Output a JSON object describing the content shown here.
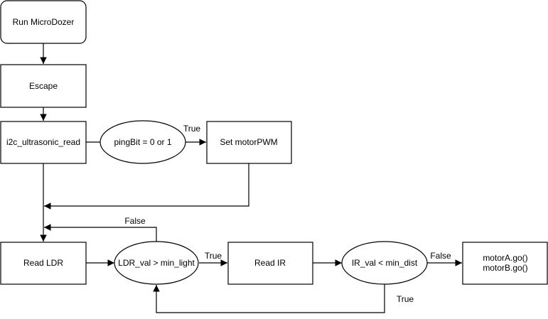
{
  "diagram": {
    "type": "flowchart",
    "nodes": {
      "run": {
        "shape": "rounded-rect",
        "lines": [
          "Run MicroDozer"
        ]
      },
      "escape": {
        "shape": "rect",
        "lines": [
          "Escape"
        ]
      },
      "i2c": {
        "shape": "rect",
        "lines": [
          "i2c_ultrasonic_read"
        ]
      },
      "ping": {
        "shape": "ellipse",
        "lines": [
          "pingBit = 0 or 1"
        ]
      },
      "setpwm": {
        "shape": "rect",
        "lines": [
          "Set motorPWM"
        ]
      },
      "readldr": {
        "shape": "rect",
        "lines": [
          "Read LDR"
        ]
      },
      "ldrcmp": {
        "shape": "ellipse",
        "lines": [
          "LDR_val > min_light"
        ]
      },
      "readir": {
        "shape": "rect",
        "lines": [
          "Read IR"
        ]
      },
      "ircmp": {
        "shape": "ellipse",
        "lines": [
          "IR_val < min_dist"
        ]
      },
      "motors": {
        "shape": "rect",
        "lines": [
          "motorA.go()",
          "motorB.go()"
        ]
      }
    },
    "edges": {
      "run_escape": {
        "from": "run",
        "to": "escape",
        "label": ""
      },
      "escape_i2c": {
        "from": "escape",
        "to": "i2c",
        "label": ""
      },
      "i2c_ping": {
        "from": "i2c",
        "to": "ping",
        "label": ""
      },
      "ping_setpwm": {
        "from": "ping",
        "to": "setpwm",
        "label": "True"
      },
      "setpwm_merge": {
        "from": "setpwm",
        "to": "readldr",
        "label": ""
      },
      "i2c_readldr": {
        "from": "i2c",
        "to": "readldr",
        "label": ""
      },
      "readldr_ldrcmp": {
        "from": "readldr",
        "to": "ldrcmp",
        "label": ""
      },
      "ldrcmp_false": {
        "from": "ldrcmp",
        "to": "readldr",
        "label": "False"
      },
      "ldrcmp_readir": {
        "from": "ldrcmp",
        "to": "readir",
        "label": "True"
      },
      "readir_ircmp": {
        "from": "readir",
        "to": "ircmp",
        "label": ""
      },
      "ircmp_motors": {
        "from": "ircmp",
        "to": "motors",
        "label": "False"
      },
      "ircmp_true": {
        "from": "ircmp",
        "to": "ldrcmp",
        "label": "True"
      }
    },
    "colors": {
      "stroke": "#000000",
      "fill": "#ffffff",
      "text": "#000000"
    }
  }
}
